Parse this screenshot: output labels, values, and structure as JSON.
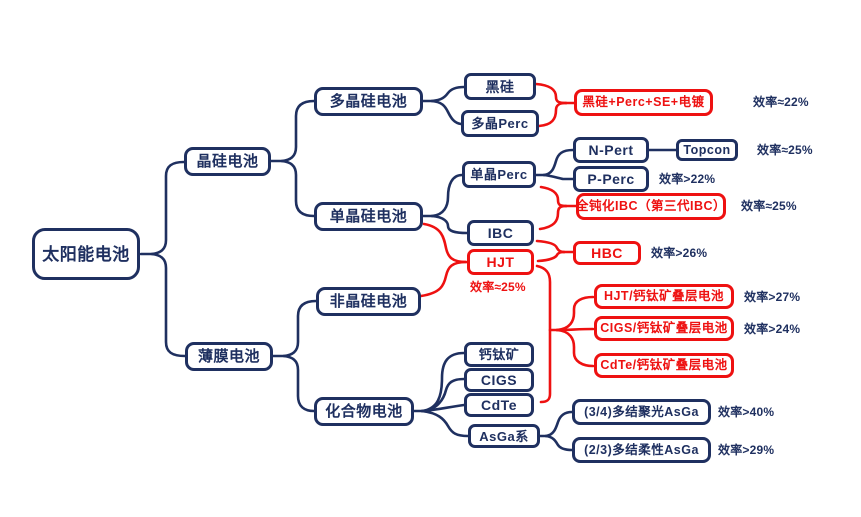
{
  "colors": {
    "navy": "#1f3060",
    "red": "#ee1111",
    "background": "#ffffff"
  },
  "nodes": {
    "root": "太阳能电池",
    "crystalline_si": "晶硅电池",
    "thin_film": "薄膜电池",
    "poly_si": "多晶硅电池",
    "mono_si": "单晶硅电池",
    "amorphous_si": "非晶硅电池",
    "compound": "化合物电池",
    "black_si": "黑硅",
    "poly_perc": "多晶Perc",
    "mono_perc": "单晶Perc",
    "ibc": "IBC",
    "hjt": "HJT",
    "perovskite": "钙钛矿",
    "cigs": "CIGS",
    "cdte": "CdTe",
    "asga_series": "AsGa系",
    "black_si_combo": "黑硅+Perc+SE+电镀",
    "n_pert": "N-Pert",
    "topcon": "Topcon",
    "p_perc": "P-Perc",
    "full_passivated_ibc": "全钝化IBC（第三代IBC）",
    "hbc": "HBC",
    "hjt_perovskite_tandem": "HJT/钙钛矿叠层电池",
    "cigs_perovskite_tandem": "CIGS/钙钛矿叠层电池",
    "cdte_perovskite_tandem": "CdTe/钙钛矿叠层电池",
    "asga_multi_concentrator": "(3/4)多结聚光AsGa",
    "asga_multi_flexible": "(2/3)多结柔性AsGa"
  },
  "efficiency_labels": {
    "black_si_combo": "效率≈22%",
    "topcon": "效率≈25%",
    "p_perc": "效率>22%",
    "full_passivated_ibc": "效率≈25%",
    "hbc": "效率>26%",
    "hjt": "效率≈25%",
    "hjt_perovskite_tandem": "效率>27%",
    "cigs_perovskite_tandem": "效率>24%",
    "asga_multi_concentrator": "效率>40%",
    "asga_multi_flexible": "效率>29%"
  }
}
